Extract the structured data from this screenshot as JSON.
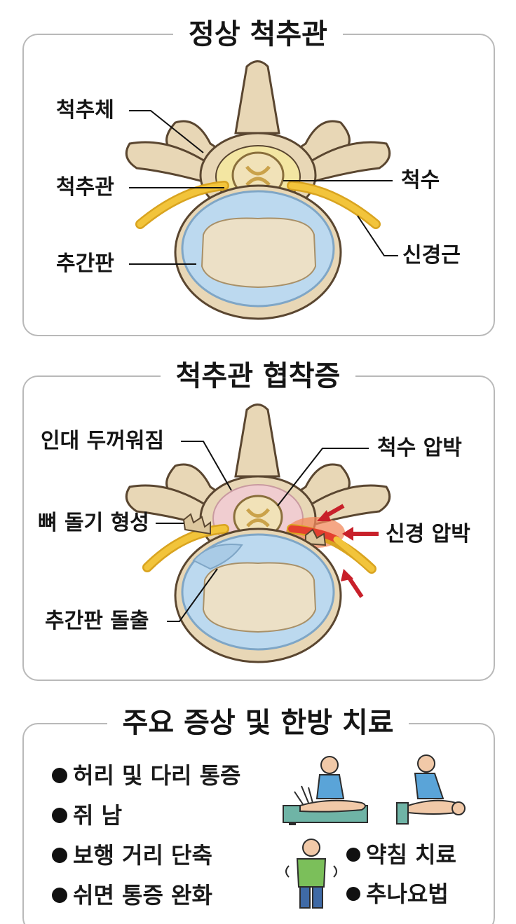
{
  "normal": {
    "title": "정상 척추관",
    "labels": {
      "vertebra": "척추체",
      "canal": "척추관",
      "disc": "추간판",
      "cord": "척수",
      "root": "신경근"
    }
  },
  "stenosis": {
    "title": "척추관 협착증",
    "labels": {
      "ligament": "인대 두꺼워짐",
      "spur": "뼈 돌기 형성",
      "herniation": "추간판 돌출",
      "cord_compression": "척수 압박",
      "nerve_compression": "신경 압박"
    }
  },
  "summary": {
    "title": "주요 증상 및 한방 치료",
    "symptoms": [
      "허리 및 다리 통증",
      "쥐 남",
      "보행 거리 단축",
      "쉬면 통증 완화"
    ],
    "treatments": [
      "약침 치료",
      "추나요법"
    ]
  },
  "colors": {
    "bone": "#e8d7b6",
    "bone_outline": "#5a4630",
    "disc_ring": "#bcd9ef",
    "disc_core": "#ece0c6",
    "nerve": "#f2c43b",
    "inflammation": "#e4402f",
    "arrow": "#c8202a",
    "panel_border": "#b9b9b9"
  }
}
